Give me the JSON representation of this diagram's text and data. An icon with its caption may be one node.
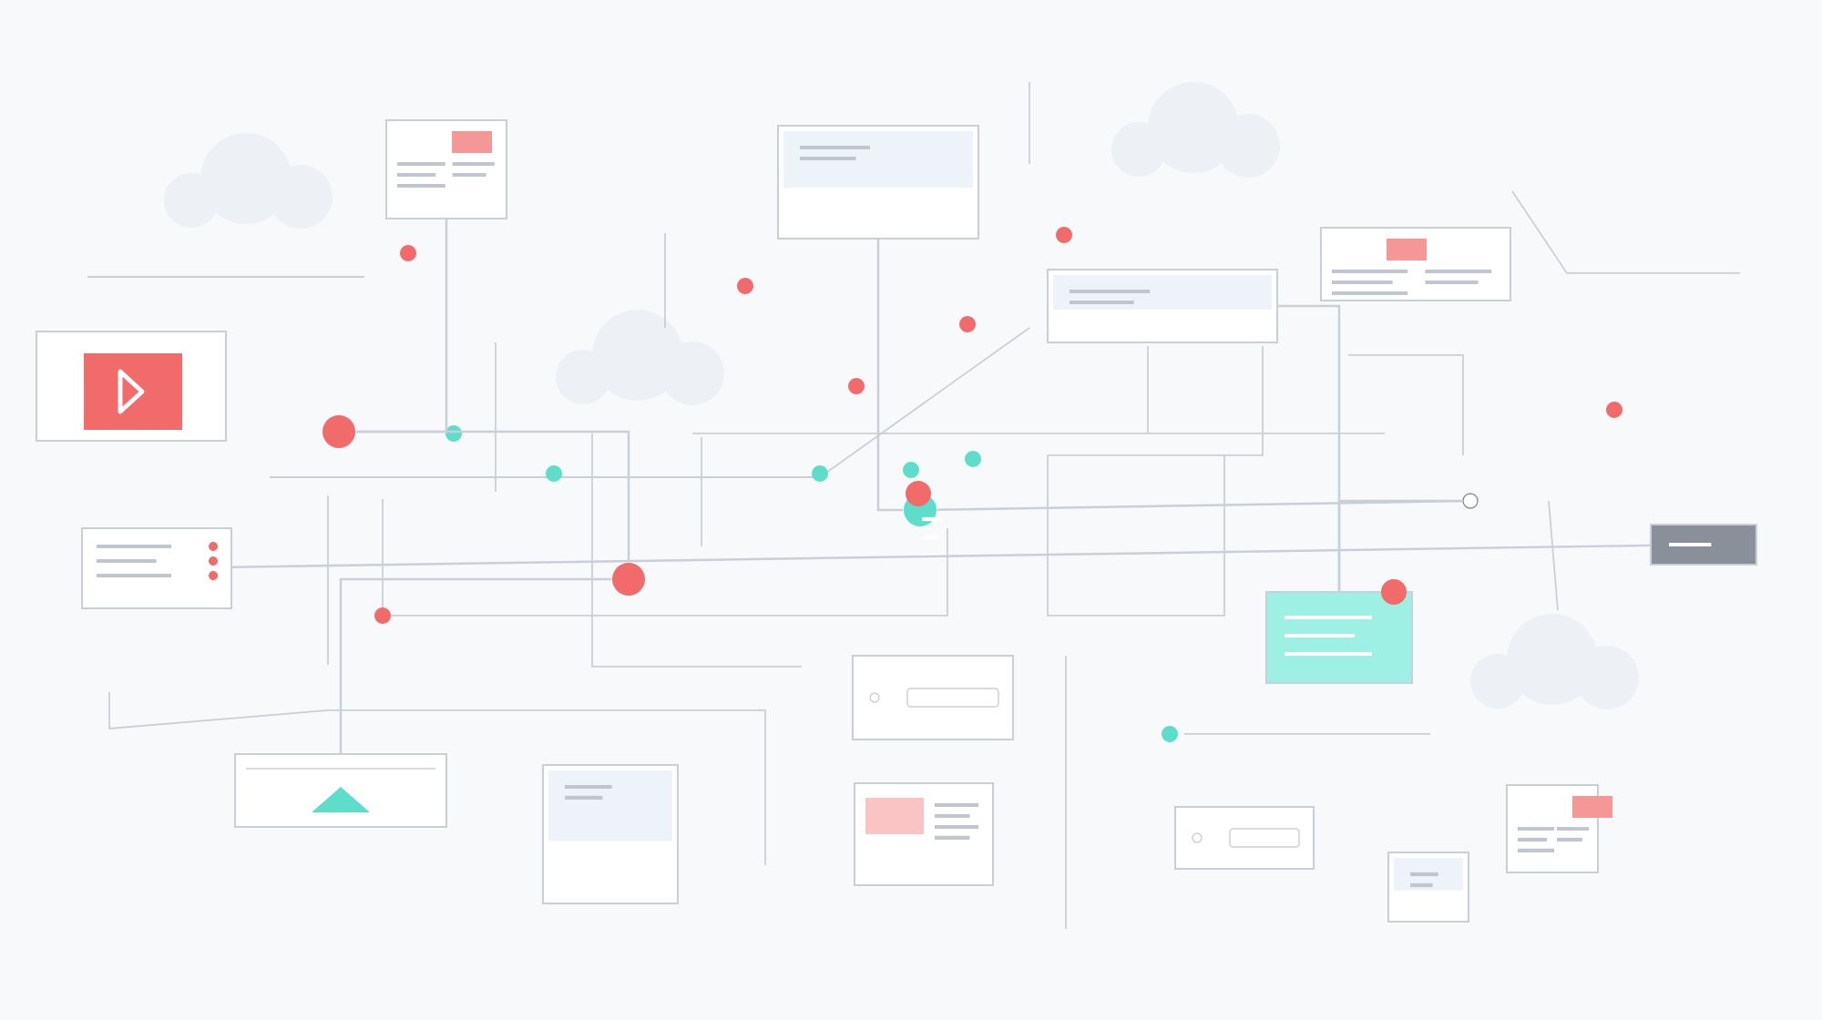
{
  "diagram": {
    "nodes": [
      {
        "text": [],
        "shape": "box"
      },
      {
        "text": [],
        "shape": "box"
      },
      {
        "text": [],
        "shape": "box"
      },
      {
        "text": [],
        "shape": "box"
      },
      {
        "text": [],
        "shape": "box"
      },
      {
        "text": [],
        "shape": "box"
      },
      {
        "text": [],
        "shape": "box"
      },
      {
        "text": [],
        "shape": "box"
      },
      {
        "text": [],
        "shape": "box"
      },
      {
        "text": [],
        "shape": "box"
      },
      {
        "text": [],
        "shape": "box"
      },
      {
        "text": [],
        "shape": "box"
      },
      {
        "text": [],
        "shape": "box"
      },
      {
        "text": [],
        "shape": "box"
      },
      {
        "text": [],
        "shape": "box"
      },
      {
        "text": [],
        "shape": "circle"
      },
      {
        "text": [],
        "shape": "circle"
      },
      {
        "text": [],
        "shape": "circle"
      },
      {
        "text": [],
        "shape": "circle"
      }
    ],
    "edges": [
      {
        "from": 17,
        "to": 18,
        "arrow": "none"
      },
      {
        "from": 15,
        "to": 16,
        "arrow": "none"
      },
      {
        "from": 5,
        "to": 6,
        "arrow": "none"
      },
      {
        "from": 7,
        "to": 18,
        "arrow": "none"
      },
      {
        "from": 2,
        "to": 17,
        "arrow": "none"
      },
      {
        "from": 3,
        "to": 7,
        "arrow": "none"
      },
      {
        "from": 9,
        "to": 16,
        "arrow": "none"
      },
      {
        "from": 1,
        "to": 15,
        "arrow": "none"
      }
    ]
  }
}
